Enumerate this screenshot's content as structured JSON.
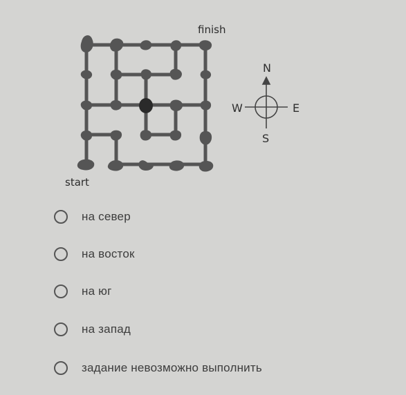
{
  "map": {
    "finish_label": "finish",
    "start_label": "start"
  },
  "compass": {
    "n": "N",
    "w": "W",
    "e": "E",
    "s": "S"
  },
  "options": [
    {
      "label": "на север"
    },
    {
      "label": "на восток"
    },
    {
      "label": "на юг"
    },
    {
      "label": "на запад"
    },
    {
      "label": "задание невозможно выполнить"
    }
  ],
  "colors": {
    "background": "#d4d4d2",
    "ink": "#555555",
    "highlight_node": "#2a2a2a"
  }
}
